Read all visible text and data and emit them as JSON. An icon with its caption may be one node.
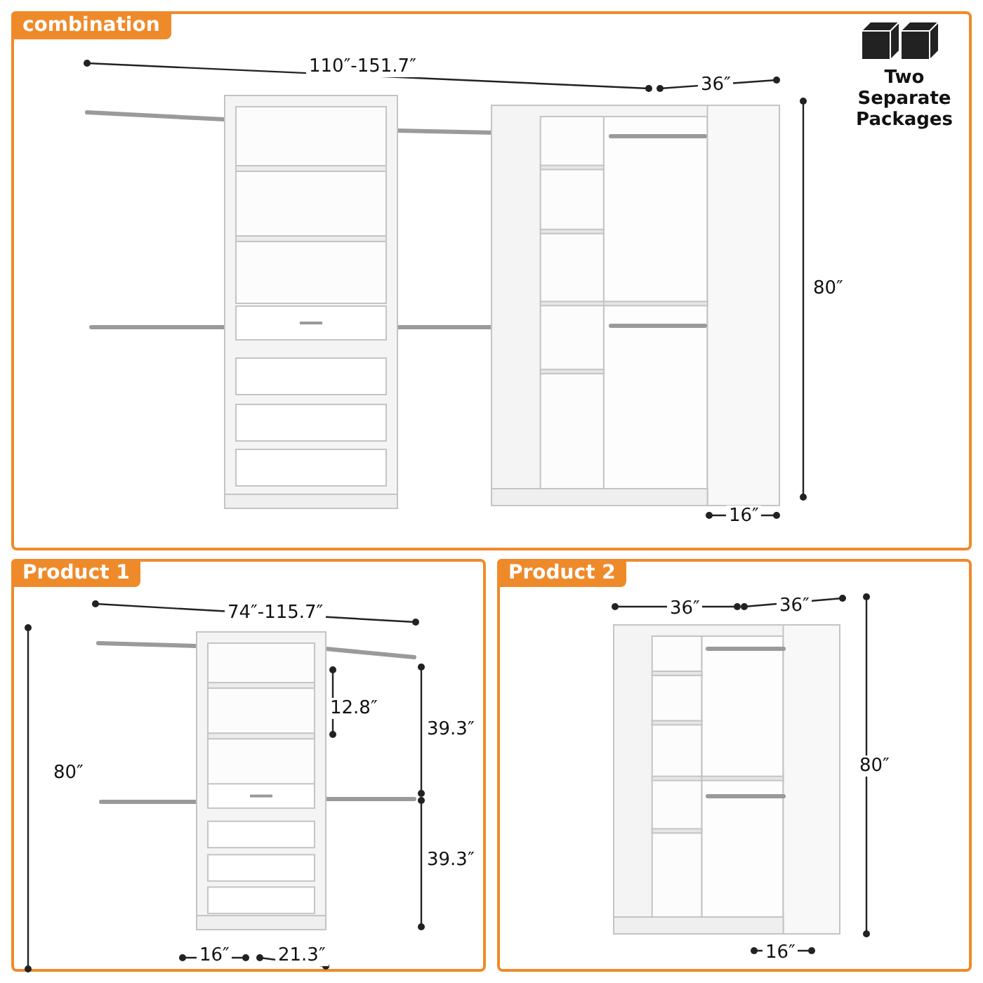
{
  "diagram": {
    "nodes": [
      {
        "text": [
          "combination"
        ]
      },
      {
        "text": [
          "Product 1"
        ]
      },
      {
        "text": [
          "Product 2"
        ]
      }
    ],
    "labels": [
      "110″-151.7″",
      "36″",
      "Two Separate Packages",
      "80″",
      "16″",
      "74″-115.7″",
      "36″",
      "36″",
      "12.8″",
      "39.3″",
      "80″",
      "80″",
      "39.3″",
      "16″",
      "21.3″",
      "16″"
    ]
  }
}
